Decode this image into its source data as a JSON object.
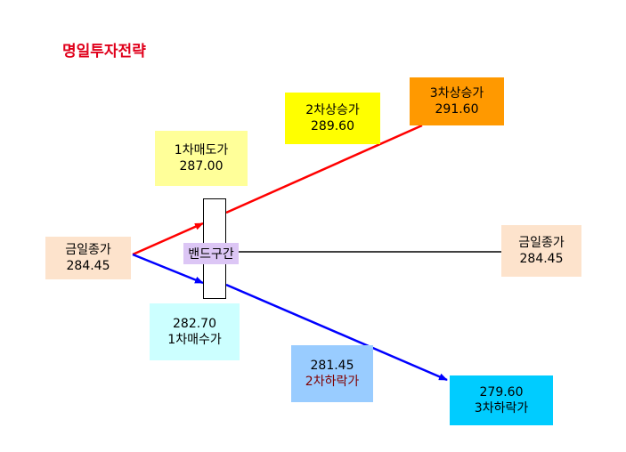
{
  "title": "명일투자전략",
  "boxes": {
    "close_left": {
      "line1": "금일종가",
      "line2": "284.45"
    },
    "close_right": {
      "line1": "금일종가",
      "line2": "284.45"
    },
    "sell1": {
      "line1": "1차매도가",
      "line2": "287.00"
    },
    "rise2": {
      "line1": "2차상승가",
      "line2": "289.60"
    },
    "rise3": {
      "line1": "3차상승가",
      "line2": "291.60"
    },
    "buy1": {
      "line1": "282.70",
      "line2": "1차매수가"
    },
    "fall2": {
      "line1": "281.45",
      "line2": "2차하락가"
    },
    "fall3": {
      "line1": "279.60",
      "line2": "3차하락가"
    }
  },
  "band": {
    "label": "밴드구간"
  },
  "colors": {
    "title": "#e0001b",
    "up_line": "#ff0000",
    "down_line": "#0000ff",
    "mid_line": "#000000",
    "close_fill": "#fde3cc",
    "sell1_fill": "#ffff99",
    "rise2_fill": "#ffff00",
    "rise3_fill": "#ff9900",
    "buy1_fill": "#ccffff",
    "fall2_fill": "#99ccff",
    "fall3_fill": "#00ccff",
    "band_label_fill": "#dcc6f5",
    "fall2_line2_text": "#800000"
  }
}
